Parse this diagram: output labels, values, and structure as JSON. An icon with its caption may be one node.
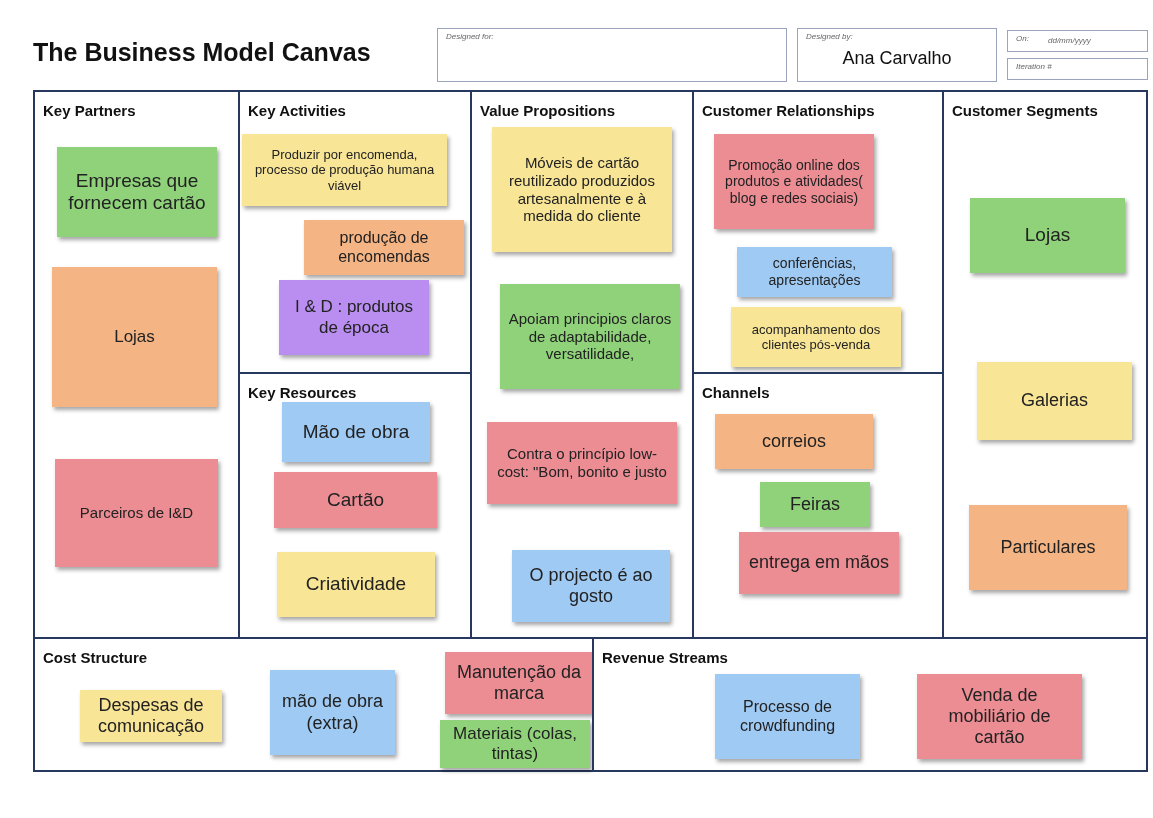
{
  "diagram": {
    "title": "The Business Model Canvas",
    "nodes": [
      {
        "text": [
          "Designed for:"
        ]
      },
      {
        "text": [
          "Designed by:",
          "Ana Carvalho"
        ]
      },
      {
        "text": [
          "On:",
          "dd/mm/yyyy"
        ]
      },
      {
        "text": [
          "Iteration #"
        ]
      },
      {
        "text": [
          "Key Partners"
        ]
      },
      {
        "text": [
          "Empresas que fornecem cartão"
        ],
        "in": 4
      },
      {
        "text": [
          "Lojas"
        ],
        "in": 4
      },
      {
        "text": [
          "Parceiros de I&D"
        ],
        "in": 4
      },
      {
        "text": [
          "Key Activities"
        ]
      },
      {
        "text": [
          "Produzir por encomenda, processo de produção humana viável"
        ],
        "in": 8
      },
      {
        "text": [
          "produção de encomendas"
        ],
        "in": 8
      },
      {
        "text": [
          "I & D : produtos de época"
        ],
        "in": 8
      },
      {
        "text": [
          "Key Resources"
        ]
      },
      {
        "text": [
          "Mão de obra"
        ],
        "in": 12
      },
      {
        "text": [
          "Cartão"
        ],
        "in": 12
      },
      {
        "text": [
          "Criatividade"
        ],
        "in": 12
      },
      {
        "text": [
          "Value Propositions"
        ]
      },
      {
        "text": [
          "Móveis de cartão reutilizado produzidos artesanalmente e à medida do cliente"
        ],
        "in": 16
      },
      {
        "text": [
          "Apoiam principios claros de adaptabilidade, versatilidade,"
        ],
        "in": 16
      },
      {
        "text": [
          "Contra o princípio low-cost: \"Bom, bonito e justo"
        ],
        "in": 16
      },
      {
        "text": [
          "O projecto é ao gosto"
        ],
        "in": 16
      },
      {
        "text": [
          "Customer Relationships"
        ]
      },
      {
        "text": [
          "Promoção online dos produtos e atividades( blog e redes sociais)"
        ],
        "in": 21
      },
      {
        "text": [
          "conferências, apresentações"
        ],
        "in": 21
      },
      {
        "text": [
          "acompanhamento dos clientes pós-venda"
        ],
        "in": 21
      },
      {
        "text": [
          "Channels"
        ]
      },
      {
        "text": [
          "correios"
        ],
        "in": 25
      },
      {
        "text": [
          "Feiras"
        ],
        "in": 25
      },
      {
        "text": [
          "entrega em mãos"
        ],
        "in": 25
      },
      {
        "text": [
          "Customer Segments"
        ]
      },
      {
        "text": [
          "Lojas"
        ],
        "in": 29
      },
      {
        "text": [
          "Galerias"
        ],
        "in": 29
      },
      {
        "text": [
          "Particulares"
        ],
        "in": 29
      },
      {
        "text": [
          "Cost Structure"
        ]
      },
      {
        "text": [
          "Despesas de comunicação"
        ],
        "in": 33
      },
      {
        "text": [
          "mão de obra (extra)"
        ],
        "in": 33
      },
      {
        "text": [
          "Manutenção da marca"
        ],
        "in": 33
      },
      {
        "text": [
          "Materiais (colas, tintas)"
        ],
        "in": 33
      },
      {
        "text": [
          "Revenue Streams"
        ]
      },
      {
        "text": [
          "Processo de crowdfunding"
        ],
        "in": 38
      },
      {
        "text": [
          "Venda de mobiliário de cartão"
        ],
        "in": 38
      }
    ]
  }
}
